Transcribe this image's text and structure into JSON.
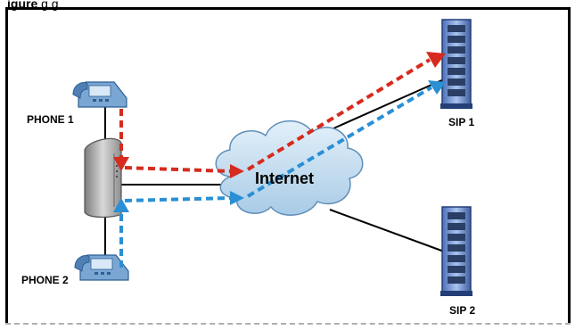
{
  "figure": {
    "number_label": "igure",
    "title_fragment": "         g g"
  },
  "nodes": {
    "phone1": "PHONE 1",
    "phone2": "PHONE 2",
    "cloud": "Internet",
    "sip1": "SIP 1",
    "sip2": "SIP 2"
  },
  "colors": {
    "outgoing_call": "#d62b1e",
    "incoming_call": "#2a8fd4",
    "link": "#000000",
    "cloud_fill": "#b8d6ec"
  }
}
